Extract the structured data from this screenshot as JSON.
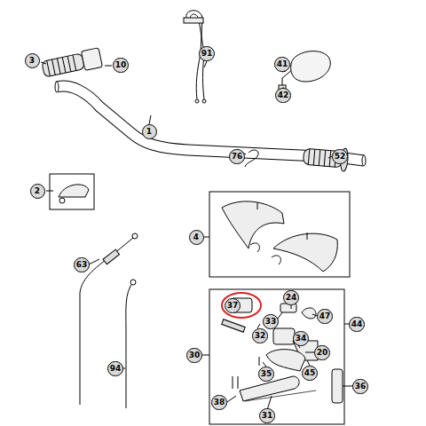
{
  "diagram": {
    "labels": [
      "3",
      "10",
      "91",
      "41",
      "42",
      "1",
      "76",
      "52",
      "2",
      "4",
      "63",
      "94",
      "37",
      "24",
      "33",
      "47",
      "44",
      "32",
      "34",
      "20",
      "30",
      "35",
      "45",
      "38",
      "36",
      "31"
    ]
  }
}
